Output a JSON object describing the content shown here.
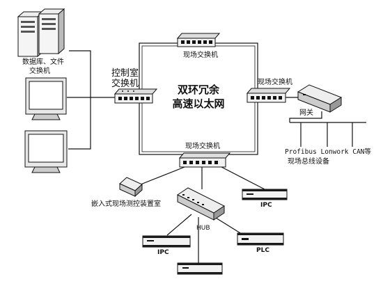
{
  "labels": {
    "database_file": "数据库、文件",
    "exchanger": "交换机",
    "control_room": "控制室",
    "control_room_switch": "交换机",
    "field_switch_top": "现场交换机",
    "field_switch_right": "现场交换机",
    "field_switch_bottom": "现场交换机",
    "ring_line1": "双环冗余",
    "ring_line2": "高速以太网",
    "gateway": "网关",
    "fieldbus_line1": "Profibus Lonwork CAN等",
    "fieldbus_line2": "现场总线设备",
    "embedded_device": "嵌入式现场测控装置室",
    "hub": "HUB",
    "ipc_right": "IPC",
    "ipc_left": "IPC",
    "plc": "PLC"
  },
  "colors": {
    "line": "#111111",
    "device_fill": "#f2f2f2",
    "device_dark": "#1a1a1a"
  }
}
